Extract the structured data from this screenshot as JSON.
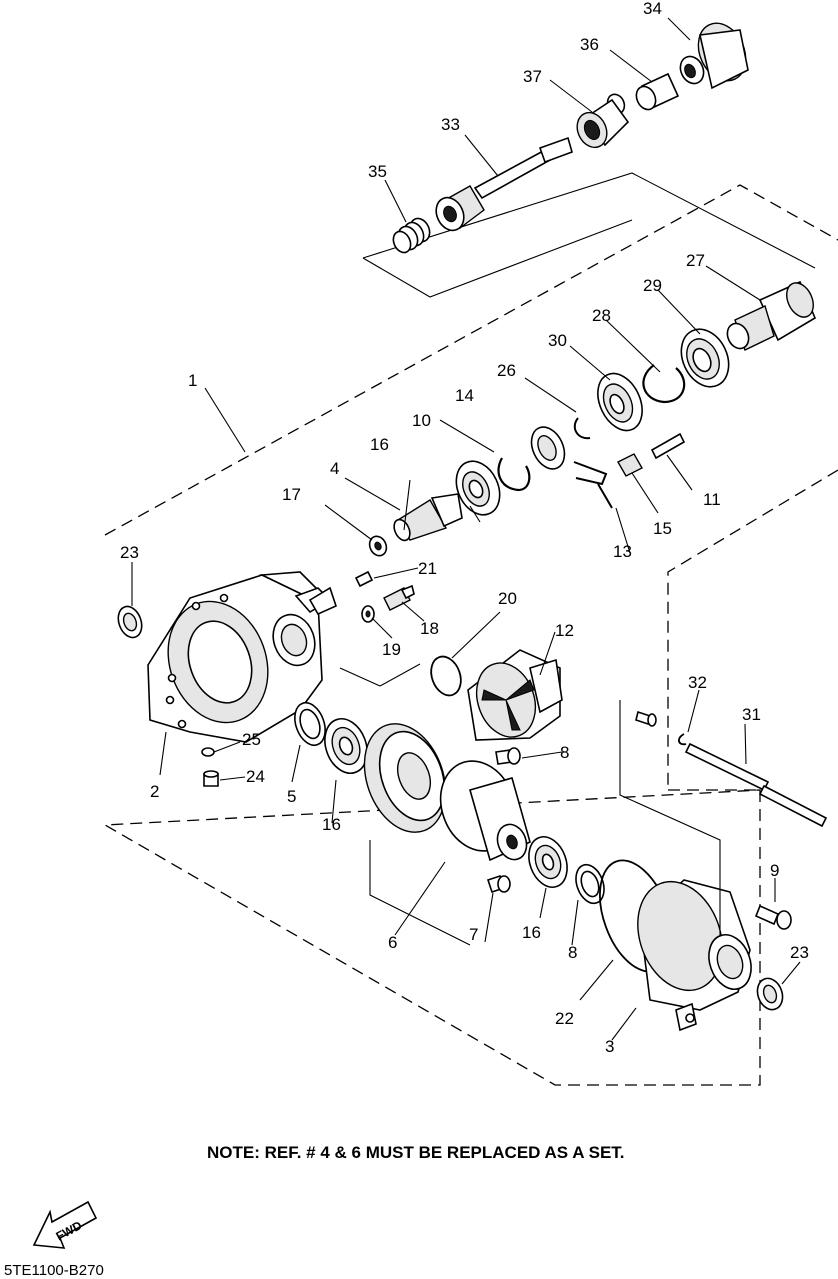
{
  "colors": {
    "ink": "#000000",
    "paper": "#ffffff",
    "shade": "#e6e6e6"
  },
  "callouts": {
    "p1": "1",
    "p2": "2",
    "p3": "3",
    "p4": "4",
    "p5": "5",
    "p6": "6",
    "p7": "7",
    "p8a": "8",
    "p8b": "8",
    "p9": "9",
    "p10": "10",
    "p11": "11",
    "p12": "12",
    "p13": "13",
    "p14": "14",
    "p15": "15",
    "p16a": "16",
    "p16b": "16",
    "p16c": "16",
    "p17": "17",
    "p18": "18",
    "p19": "19",
    "p20": "20",
    "p21": "21",
    "p22": "22",
    "p23a": "23",
    "p23b": "23",
    "p24": "24",
    "p25": "25",
    "p26": "26",
    "p27": "27",
    "p28": "28",
    "p29": "29",
    "p30": "30",
    "p31": "31",
    "p32": "32",
    "p33": "33",
    "p34": "34",
    "p35": "35",
    "p36": "36",
    "p37": "37"
  },
  "note": "NOTE: REF. # 4 & 6 MUST BE REPLACED AS A SET.",
  "fwd_label": "FWD",
  "diagram_code": "5TE1100-B270"
}
